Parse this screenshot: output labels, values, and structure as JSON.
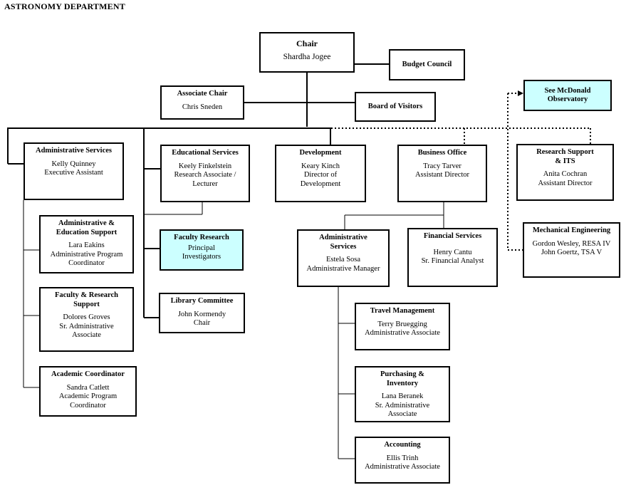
{
  "title": "ASTRONOMY DEPARTMENT",
  "colors": {
    "line": "#000000",
    "highlight_box": "#ccffff"
  },
  "boxes": {
    "chair": {
      "title": "Chair",
      "lines": [
        "Shardha Jogee"
      ]
    },
    "budget_council": {
      "title": "Budget Council",
      "lines": []
    },
    "associate_chair": {
      "title": "Associate Chair",
      "lines": [
        "Chris Sneden"
      ]
    },
    "board_of_visitors": {
      "title": "Board of Visitors",
      "lines": []
    },
    "mcdonald": {
      "title": "See McDonald Observatory",
      "title_lines": [
        "See McDonald",
        "Observatory"
      ],
      "lines": []
    },
    "admin_services": {
      "title": "Administrative Services",
      "lines": [
        "Kelly Quinney",
        "Executive Assistant"
      ]
    },
    "educational_services": {
      "title": "Educational Services",
      "lines": [
        "Keely Finkelstein",
        "Research Associate /",
        "Lecturer"
      ]
    },
    "development": {
      "title": "Development",
      "lines": [
        "Keary Kinch",
        "Director of",
        "Development"
      ]
    },
    "business_office": {
      "title": "Business Office",
      "lines": [
        "Tracy Tarver",
        "Assistant Director"
      ]
    },
    "research_support": {
      "title": "Research Support & ITS",
      "title_lines": [
        "Research Support",
        "& ITS"
      ],
      "lines": [
        "Anita Cochran",
        "Assistant Director"
      ]
    },
    "admin_edu_support": {
      "title": "Administrative & Education Support",
      "title_lines": [
        "Administrative &",
        "Education Support"
      ],
      "lines": [
        "Lara Eakins",
        "Administrative Program",
        "Coordinator"
      ]
    },
    "faculty_research": {
      "title": "Faculty Research",
      "lines": [
        "Principal",
        "Investigators"
      ]
    },
    "bo_admin_services": {
      "title": "Administrative Services",
      "title_lines": [
        "Administrative",
        "Services"
      ],
      "lines": [
        "Estela Sosa",
        "Administrative Manager"
      ]
    },
    "financial_services": {
      "title": "Financial Services",
      "lines": [
        "Henry Cantu",
        "Sr. Financial Analyst"
      ]
    },
    "mechanical_engineering": {
      "title": "Mechanical Engineering",
      "lines": [
        "Gordon Wesley, RESA IV",
        "John Goertz, TSA V"
      ]
    },
    "faculty_research_support": {
      "title": "Faculty & Research Support",
      "title_lines": [
        "Faculty & Research",
        "Support"
      ],
      "lines": [
        "Dolores Groves",
        "Sr. Administrative",
        "Associate"
      ]
    },
    "library_committee": {
      "title": "Library Committee",
      "lines": [
        "John Kormendy",
        "Chair"
      ]
    },
    "travel_management": {
      "title": "Travel Management",
      "lines": [
        "Terry Bruegging",
        "Administrative Associate"
      ]
    },
    "academic_coordinator": {
      "title": "Academic Coordinator",
      "lines": [
        "Sandra Catlett",
        "Academic Program",
        "Coordinator"
      ]
    },
    "purchasing_inventory": {
      "title": "Purchasing & Inventory",
      "title_lines": [
        "Purchasing &",
        "Inventory"
      ],
      "lines": [
        "Lana Beranek",
        "Sr. Administrative",
        "Associate"
      ]
    },
    "accounting": {
      "title": "Accounting",
      "lines": [
        "Ellis Trinh",
        "Administrative Associate"
      ]
    }
  }
}
